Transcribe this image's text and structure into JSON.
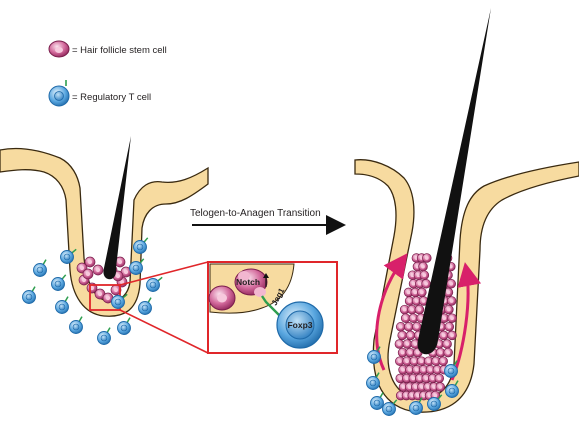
{
  "legend": {
    "stem_cell_label": "= Hair follicle stem cell",
    "treg_label": "= Regulatory T cell"
  },
  "transition": {
    "label": "Telogen-to-Anagen Transition"
  },
  "inset": {
    "notch_label": "Notch",
    "jag1_label": "Jag1",
    "foxp3_label": "Foxp3"
  },
  "colors": {
    "skin": "#f7dba0",
    "skin_outline": "#3a2a10",
    "hair": "#111111",
    "stem_cell": "#b8407a",
    "stem_cell_light": "#f3c6da",
    "treg": "#3f8fcf",
    "treg_light": "#cfe6f7",
    "jag1": "#2e9e4f",
    "inset_border": "#e0262a",
    "growth_arrow": "#d8206a"
  }
}
